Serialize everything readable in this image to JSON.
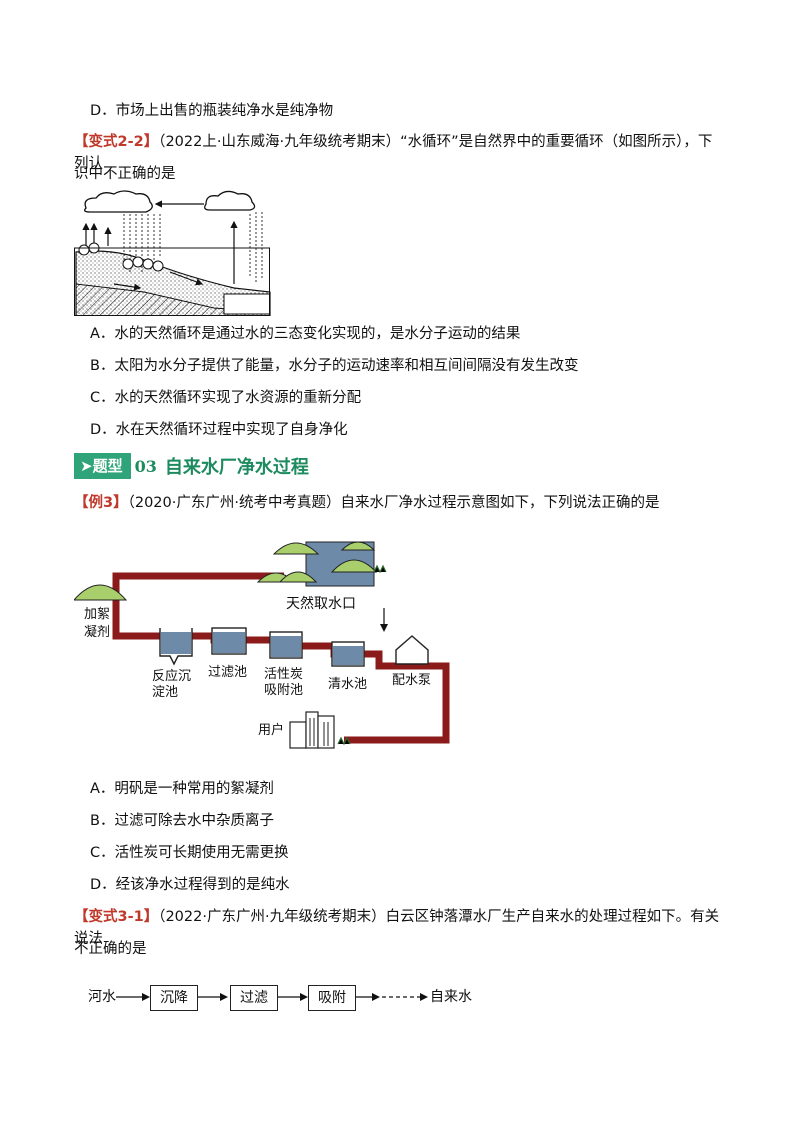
{
  "q_prev": {
    "option_d": "D．市场上出售的瓶装纯净水是纯净物"
  },
  "variant_2_2": {
    "tag": "【变式2-2】",
    "text_line1": "（2022上·山东威海·九年级统考期末）“水循环”是自然界中的重要循环（如图所示），下列认",
    "text_line2": "识中不正确的是",
    "options": [
      "A．水的天然循环是通过水的三态变化实现的，是水分子运动的结果",
      "B．太阳为水分子提供了能量，水分子的运动速率和相互间间隔没有发生改变",
      "C．水的天然循环实现了水资源的重新分配",
      "D．水在天然循环过程中实现了自身净化"
    ]
  },
  "section": {
    "arrow": "➤",
    "label": "题型",
    "number": "03",
    "title": "自来水厂净水过程"
  },
  "example_3": {
    "tag": "【例3】",
    "text": "（2020·广东广州·统考中考真题）自来水厂净水过程示意图如下，下列说法正确的是",
    "diagram_labels": {
      "intake": "天然取水口",
      "coagulant_1": "加絮",
      "coagulant_2": "凝剂",
      "sediment_1": "反应沉",
      "sediment_2": "淀池",
      "filter": "过滤池",
      "carbon_1": "活性炭",
      "carbon_2": "吸附池",
      "clear": "清水池",
      "pump": "配水泵",
      "user": "用户"
    },
    "options": [
      "A．明矾是一种常用的絮凝剂",
      "B．过滤可除去水中杂质离子",
      "C．活性炭可长期使用无需更换",
      "D．经该净水过程得到的是纯水"
    ]
  },
  "variant_3_1": {
    "tag": "【变式3-1】",
    "text_line1": "（2022·广东广州·九年级统考期末）白云区钟落潭水厂生产自来水的处理过程如下。有关说法",
    "text_line2": "不正确的是",
    "flow": {
      "start": "河水",
      "steps": [
        "沉降",
        "过滤",
        "吸附"
      ],
      "end": "自来水"
    }
  }
}
